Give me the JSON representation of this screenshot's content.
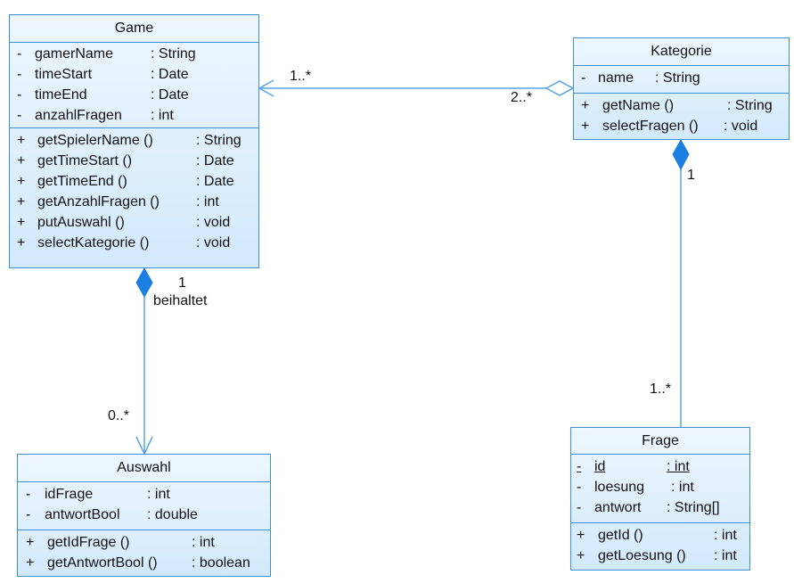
{
  "classes": {
    "game": {
      "title": "Game",
      "attributes": [
        {
          "vis": "-",
          "name": "gamerName",
          "type": ": String"
        },
        {
          "vis": "-",
          "name": "timeStart",
          "type": ": Date"
        },
        {
          "vis": "-",
          "name": "timeEnd",
          "type": ": Date"
        },
        {
          "vis": "-",
          "name": "anzahlFragen",
          "type": ": int"
        }
      ],
      "operations": [
        {
          "vis": "+",
          "name": "getSpielerName ()",
          "type": ": String"
        },
        {
          "vis": "+",
          "name": "getTimeStart ()",
          "type": ": Date"
        },
        {
          "vis": "+",
          "name": "getTimeEnd ()",
          "type": ": Date"
        },
        {
          "vis": "+",
          "name": "getAnzahlFragen ()",
          "type": ": int"
        },
        {
          "vis": "+",
          "name": "putAuswahl ()",
          "type": ": void"
        },
        {
          "vis": "+",
          "name": "selectKategorie ()",
          "type": ": void"
        }
      ]
    },
    "kategorie": {
      "title": "Kategorie",
      "attributes": [
        {
          "vis": "-",
          "name": "name",
          "type": ": String"
        }
      ],
      "operations": [
        {
          "vis": "+",
          "name": "getName ()",
          "type": ": String"
        },
        {
          "vis": "+",
          "name": "selectFragen ()",
          "type": ": void"
        }
      ]
    },
    "auswahl": {
      "title": "Auswahl",
      "attributes": [
        {
          "vis": "-",
          "name": "idFrage",
          "type": ": int"
        },
        {
          "vis": "-",
          "name": "antwortBool",
          "type": ": double"
        }
      ],
      "operations": [
        {
          "vis": "+",
          "name": "getIdFrage ()",
          "type": ": int"
        },
        {
          "vis": "+",
          "name": "getAntwortBool ()",
          "type": ": boolean"
        }
      ]
    },
    "frage": {
      "title": "Frage",
      "attributes": [
        {
          "vis": "-",
          "name": "id",
          "type": ": int"
        },
        {
          "vis": "-",
          "name": "loesung",
          "type": ": int"
        },
        {
          "vis": "-",
          "name": "antwort",
          "type": ": String[]"
        }
      ],
      "operations": [
        {
          "vis": "+",
          "name": "getId ()",
          "type": ": int"
        },
        {
          "vis": "+",
          "name": "getLoesung ()",
          "type": ": int"
        }
      ]
    }
  },
  "associations": {
    "game_kategorie": {
      "game_end": "1..*",
      "kategorie_end": "2..*"
    },
    "game_auswahl": {
      "game_end": "1",
      "name": "beihaltet",
      "auswahl_end": "0..*"
    },
    "kategorie_frage": {
      "kategorie_end": "1",
      "frage_end": "1..*"
    }
  },
  "colors": {
    "border": "#3d8fd6",
    "fill_top": "#eef7fe",
    "fill_bottom": "#d2e9fb",
    "line": "#5aa4e6",
    "diamond": "#1a7fe0"
  }
}
